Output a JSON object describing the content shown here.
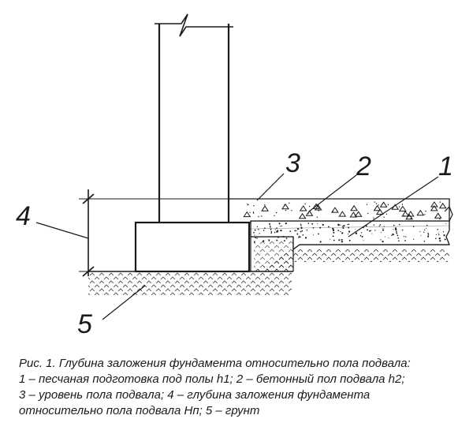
{
  "diagram": {
    "callouts": {
      "c1": "1",
      "c2": "2",
      "c3": "3",
      "c4": "4",
      "c5": "5"
    },
    "colors": {
      "ink": "#1a1a1a",
      "paper": "#ffffff"
    }
  },
  "caption": {
    "lines": [
      "Рис. 1. Глубина заложения фундамента относительно пола подвала:",
      "1 – песчаная подготовка под полы h1; 2 – бетонный пол подвала h2;",
      "3 – уровень пола подвала; 4 – глубина заложения фундамента",
      "относительно пола подвала Нп; 5 – грунт"
    ]
  }
}
